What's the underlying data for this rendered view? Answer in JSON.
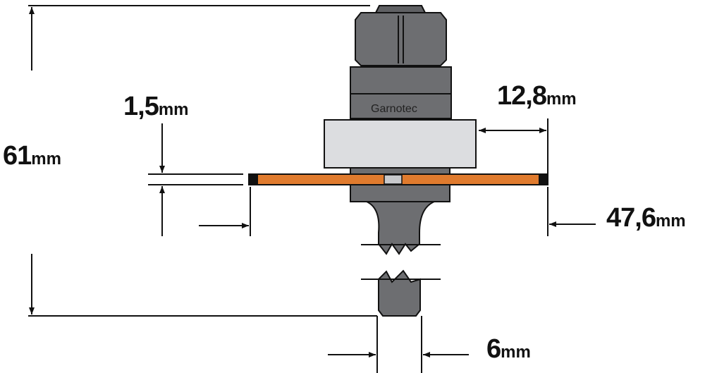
{
  "diagram": {
    "brand": "Garnotec",
    "dimensions": {
      "overall_length": {
        "value": "61",
        "unit": "mm"
      },
      "blade_thickness": {
        "value": "1,5",
        "unit": "mm"
      },
      "cutting_depth": {
        "value": "12,8",
        "unit": "mm"
      },
      "blade_diameter": {
        "value": "47,6",
        "unit": "mm"
      },
      "shank_diameter": {
        "value": "6",
        "unit": "mm"
      }
    },
    "colors": {
      "blade": "#e07b2e",
      "body": "#6d6e71",
      "bearing": "#dcdde0",
      "line": "#111111"
    }
  }
}
